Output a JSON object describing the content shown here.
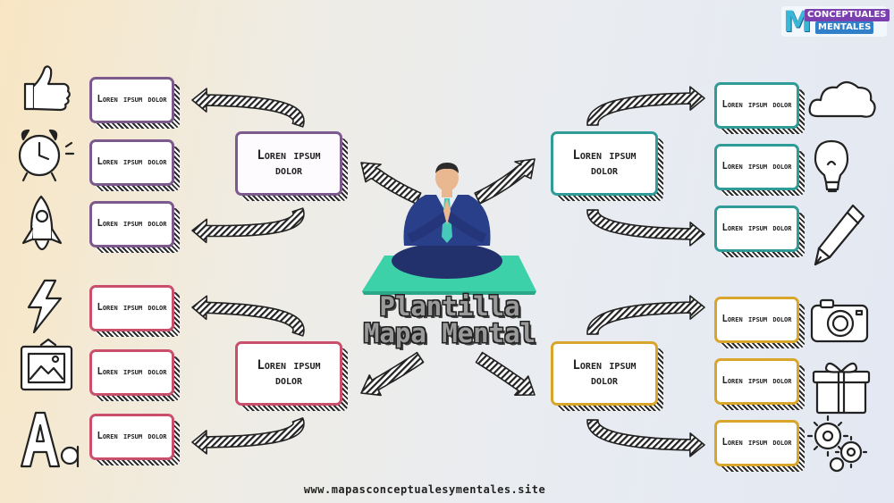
{
  "title": {
    "line1": "Plantilla",
    "line2": "Mapa Mental"
  },
  "footer": {
    "url": "www.mapasconceptualesymentales.site"
  },
  "logo": {
    "letter": "M",
    "line1": "CONCEPTUALES",
    "line2": "MENTALES"
  },
  "branches": [
    {
      "color": "#7d5a8e",
      "main": "Loren ipsum dolor",
      "subs": [
        "Loren ipsum dolor",
        "Loren ipsum dolor",
        "Loren ipsum dolor"
      ],
      "icons": [
        "thumbs-up-icon",
        "alarm-clock-icon",
        "rocket-icon"
      ]
    },
    {
      "color": "#2f9c98",
      "main": "Loren ipsum dolor",
      "subs": [
        "Loren ipsum dolor",
        "Loren ipsum dolor",
        "Loren ipsum dolor"
      ],
      "icons": [
        "cloud-icon",
        "lightbulb-icon",
        "pencil-icon"
      ]
    },
    {
      "color": "#c94f6d",
      "main": "Loren ipsum dolor",
      "subs": [
        "Loren ipsum dolor",
        "Loren ipsum dolor",
        "Loren ipsum dolor"
      ],
      "icons": [
        "lightning-icon",
        "picture-frame-icon",
        "font-icon"
      ]
    },
    {
      "color": "#d9a62b",
      "main": "Loren ipsum dolor",
      "subs": [
        "Loren ipsum dolor",
        "Loren ipsum dolor",
        "Loren ipsum dolor"
      ],
      "icons": [
        "camera-icon",
        "gift-icon",
        "gears-icon"
      ]
    }
  ],
  "colors": {
    "mat": "#3dd1aa",
    "suit": "#2a3f8a",
    "tie": "#46c9b8",
    "skin": "#e9b790"
  }
}
